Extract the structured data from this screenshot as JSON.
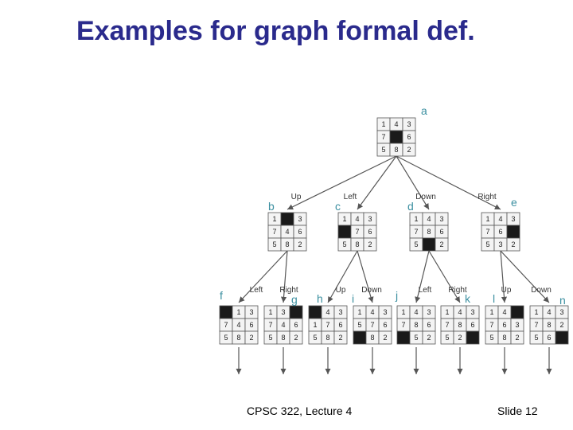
{
  "slide": {
    "title": "Examples for graph formal def.",
    "footer_left": "CPSC 322, Lecture 4",
    "footer_right": "Slide 12"
  },
  "tree": {
    "nodes": [
      {
        "id": "a",
        "label": "a",
        "grid": [
          [
            "1",
            "4",
            "3"
          ],
          [
            "7",
            "",
            "6"
          ],
          [
            "5",
            "8",
            "2"
          ]
        ]
      },
      {
        "id": "b",
        "label": "b",
        "grid": [
          [
            "1",
            "",
            "3"
          ],
          [
            "7",
            "4",
            "6"
          ],
          [
            "5",
            "8",
            "2"
          ]
        ]
      },
      {
        "id": "c",
        "label": "c",
        "grid": [
          [
            "1",
            "4",
            "3"
          ],
          [
            "",
            "7",
            "6"
          ],
          [
            "5",
            "8",
            "2"
          ]
        ]
      },
      {
        "id": "d",
        "label": "d",
        "grid": [
          [
            "1",
            "4",
            "3"
          ],
          [
            "7",
            "8",
            "6"
          ],
          [
            "5",
            "",
            "2"
          ]
        ]
      },
      {
        "id": "e",
        "label": "e",
        "grid": [
          [
            "1",
            "4",
            "3"
          ],
          [
            "7",
            "6",
            ""
          ],
          [
            "5",
            "3",
            "2"
          ]
        ]
      },
      {
        "id": "f",
        "label": "f",
        "grid": [
          [
            "",
            "1",
            "3"
          ],
          [
            "7",
            "4",
            "6"
          ],
          [
            "5",
            "8",
            "2"
          ]
        ]
      },
      {
        "id": "g",
        "label": "g",
        "grid": [
          [
            "1",
            "3",
            ""
          ],
          [
            "7",
            "4",
            "6"
          ],
          [
            "5",
            "8",
            "2"
          ]
        ]
      },
      {
        "id": "h",
        "label": "h",
        "grid": [
          [
            "",
            "4",
            "3"
          ],
          [
            "1",
            "7",
            "6"
          ],
          [
            "5",
            "8",
            "2"
          ]
        ]
      },
      {
        "id": "i",
        "label": "i",
        "grid": [
          [
            "1",
            "4",
            "3"
          ],
          [
            "5",
            "7",
            "6"
          ],
          [
            "",
            "8",
            "2"
          ]
        ]
      },
      {
        "id": "j",
        "label": "j",
        "grid": [
          [
            "1",
            "4",
            "3"
          ],
          [
            "7",
            "8",
            "6"
          ],
          [
            "",
            "5",
            "2"
          ]
        ]
      },
      {
        "id": "k",
        "label": "k",
        "grid": [
          [
            "1",
            "4",
            "3"
          ],
          [
            "7",
            "8",
            "6"
          ],
          [
            "5",
            "2",
            ""
          ]
        ]
      },
      {
        "id": "l",
        "label": "l",
        "grid": [
          [
            "1",
            "4",
            ""
          ],
          [
            "7",
            "6",
            "3"
          ],
          [
            "5",
            "8",
            "2"
          ]
        ]
      },
      {
        "id": "n",
        "label": "n",
        "grid": [
          [
            "1",
            "4",
            "3"
          ],
          [
            "7",
            "8",
            "2"
          ],
          [
            "5",
            "6",
            ""
          ]
        ]
      }
    ],
    "edges": [
      {
        "from": "a",
        "to": "b",
        "label": "Up"
      },
      {
        "from": "a",
        "to": "c",
        "label": "Left"
      },
      {
        "from": "a",
        "to": "d",
        "label": "Down"
      },
      {
        "from": "a",
        "to": "e",
        "label": "Right"
      },
      {
        "from": "b",
        "to": "f",
        "label": "Left"
      },
      {
        "from": "b",
        "to": "g",
        "label": "Right"
      },
      {
        "from": "c",
        "to": "h",
        "label": "Up"
      },
      {
        "from": "c",
        "to": "i",
        "label": "Down"
      },
      {
        "from": "d",
        "to": "j",
        "label": "Left"
      },
      {
        "from": "d",
        "to": "k",
        "label": "Right"
      },
      {
        "from": "e",
        "to": "l",
        "label": "Up"
      },
      {
        "from": "e",
        "to": "n",
        "label": "Down"
      }
    ],
    "colors": {
      "node_label": "#3b8fa0",
      "blank_tile": "#1a1a1a",
      "grid_line": "#555555",
      "title": "#2a2a8c"
    }
  }
}
